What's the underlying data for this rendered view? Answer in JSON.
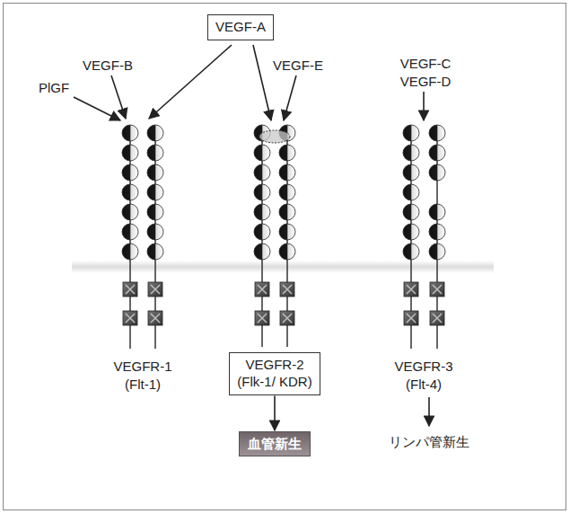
{
  "diagram": {
    "nodes": [
      {
        "text": [
          "VEGF-A"
        ]
      },
      {
        "text": [
          "VEGFR-2",
          "(Flk-1/ KDR)"
        ]
      },
      {
        "text": [
          "血管新生"
        ]
      }
    ],
    "edges": [
      {
        "from": 1,
        "to": 2,
        "arrow": "to"
      }
    ],
    "labels": [
      "PlGF",
      "VEGF-B",
      "VEGF-E",
      "VEGF-C",
      "VEGF-D",
      "VEGFR-1",
      "(Flt-1)",
      "VEGFR-3",
      "(Flt-4)",
      "リンパ管新生"
    ]
  }
}
